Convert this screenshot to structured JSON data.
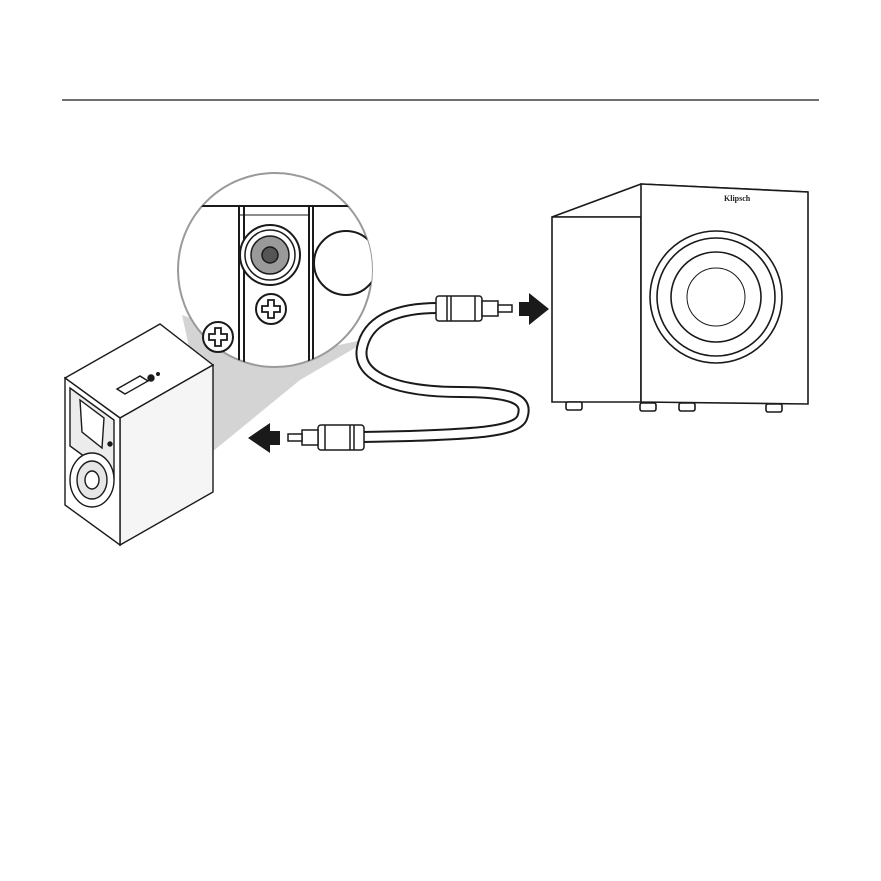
{
  "diagram": {
    "brand_logo": "Klipsch",
    "colors": {
      "line": "#1a1a1a",
      "zoom_shadow": "#d4d4d4",
      "jack_gray": "#9a9a9a",
      "cable_fill": "#ffffff",
      "background": "#ffffff"
    },
    "icons": {
      "callout": "magnifier-callout",
      "arrow_left": "arrow-left-icon",
      "arrow_right": "arrow-right-icon",
      "connector": "rca-plug",
      "terminal": "screw-terminal-icon"
    }
  }
}
